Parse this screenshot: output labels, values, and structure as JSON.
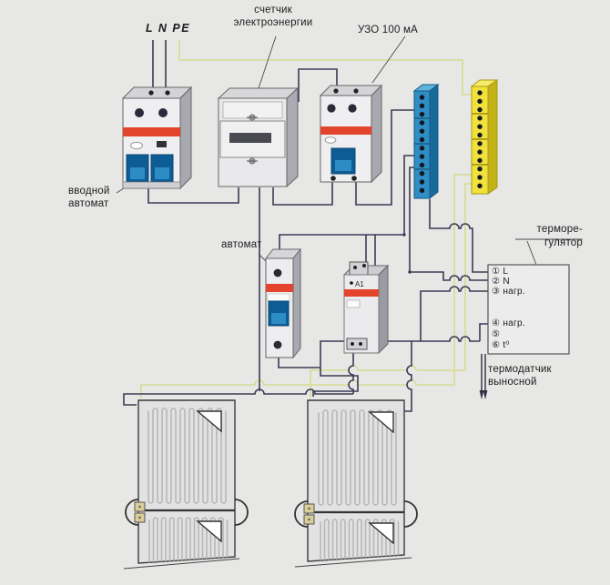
{
  "labels": {
    "supply": "L  N PE",
    "meter": "счетчик\nэлектроэнергии",
    "rcd": "УЗО 100 мА",
    "input_breaker": "вводной\nавтомат",
    "breaker": "автомат",
    "thermostat": "терморе-\nгулятор",
    "sensor": "термодатчик\nвыносной"
  },
  "thermoregulator": {
    "terminals": [
      "① L",
      "② N",
      "③ нагр.",
      "④ нагр.",
      "⑤",
      "⑥ t⁰"
    ]
  },
  "contactor": {
    "label": "A1"
  },
  "colors": {
    "background": "#e7e7e6",
    "wire_line": "#3b3b55",
    "wire_pe": "#d6dc92",
    "accent_red": "#e2452c",
    "toggle_blue": "#2e8cc4",
    "neutral_bus_blue": "#2f8ec5",
    "pe_bus_yellow": "#f0e13c"
  }
}
